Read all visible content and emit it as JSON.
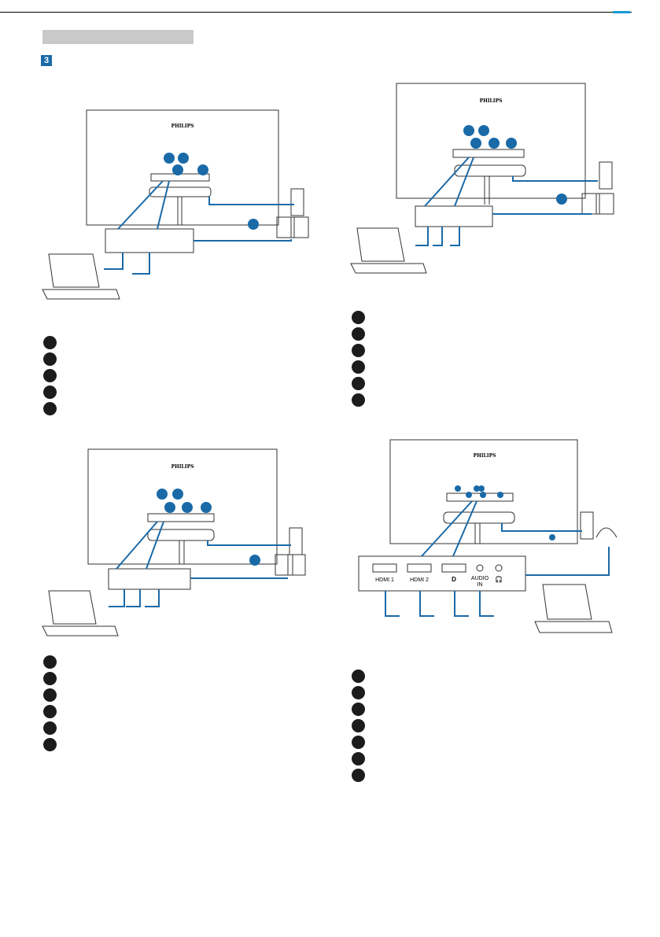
{
  "page": {
    "step_number": "3",
    "brand": "PHILIPS"
  },
  "diagrams": [
    {
      "legend_count": 5
    },
    {
      "legend_count": 6
    },
    {
      "legend_count": 6
    },
    {
      "legend_count": 7,
      "ports": {
        "hdmi1": "HDMI 1",
        "hdmi2": "HDMI 2",
        "dp": "D",
        "audio_in_1": "AUDIO",
        "audio_in_2": "IN"
      }
    }
  ],
  "colors": {
    "accent": "#1a6aa8",
    "legend_circle": "#1c1c1c",
    "heading_bar": "#c9c9c9"
  }
}
